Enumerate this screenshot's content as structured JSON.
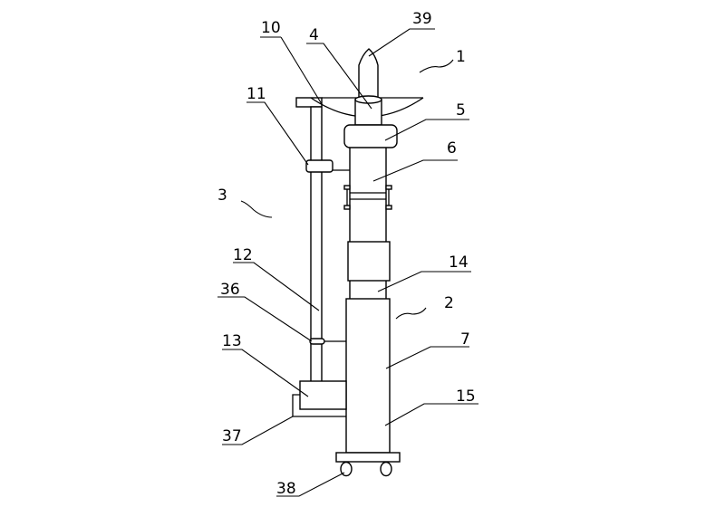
{
  "labels": {
    "l1": "1",
    "l2": "2",
    "l3": "3",
    "l4": "4",
    "l5": "5",
    "l6": "6",
    "l7": "7",
    "l10": "10",
    "l11": "11",
    "l12": "12",
    "l13": "13",
    "l14": "14",
    "l15": "15",
    "l36": "36",
    "l37": "37",
    "l38": "38",
    "l39": "39"
  }
}
